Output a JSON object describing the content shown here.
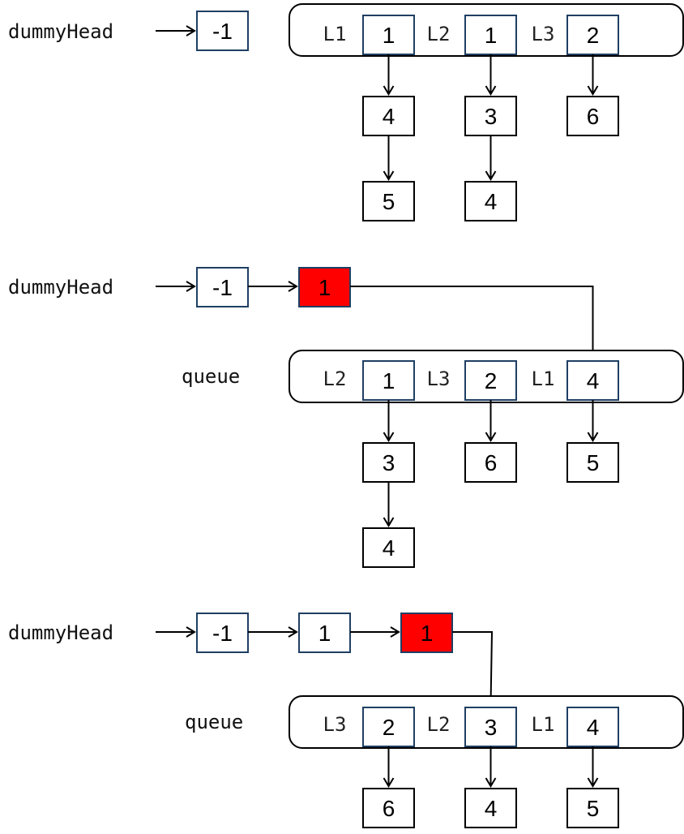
{
  "labels": {
    "dummy_head": "dummyHead",
    "queue": "queue"
  },
  "colors": {
    "highlight_node": "#ff0000",
    "queue_node_border": "#1f3f63",
    "chain_node_border": "#000000"
  },
  "panels": [
    {
      "chain": [
        "-1"
      ],
      "highlighted_tail": "",
      "queue_label": "",
      "container": [
        {
          "list_label": "L1",
          "head": "1",
          "rest": [
            "4",
            "5"
          ]
        },
        {
          "list_label": "L2",
          "head": "1",
          "rest": [
            "3",
            "4"
          ]
        },
        {
          "list_label": "L3",
          "head": "2",
          "rest": [
            "6"
          ]
        }
      ]
    },
    {
      "chain": [
        "-1"
      ],
      "highlighted_tail": "1",
      "queue_label": "queue",
      "container": [
        {
          "list_label": "L2",
          "head": "1",
          "rest": [
            "3",
            "4"
          ]
        },
        {
          "list_label": "L3",
          "head": "2",
          "rest": [
            "6"
          ]
        },
        {
          "list_label": "L1",
          "head": "4",
          "rest": [
            "5"
          ]
        }
      ]
    },
    {
      "chain": [
        "-1",
        "1"
      ],
      "highlighted_tail": "1",
      "queue_label": "queue",
      "container": [
        {
          "list_label": "L3",
          "head": "2",
          "rest": [
            "6"
          ]
        },
        {
          "list_label": "L2",
          "head": "3",
          "rest": [
            "4"
          ]
        },
        {
          "list_label": "L1",
          "head": "4",
          "rest": [
            "5"
          ]
        }
      ]
    }
  ]
}
